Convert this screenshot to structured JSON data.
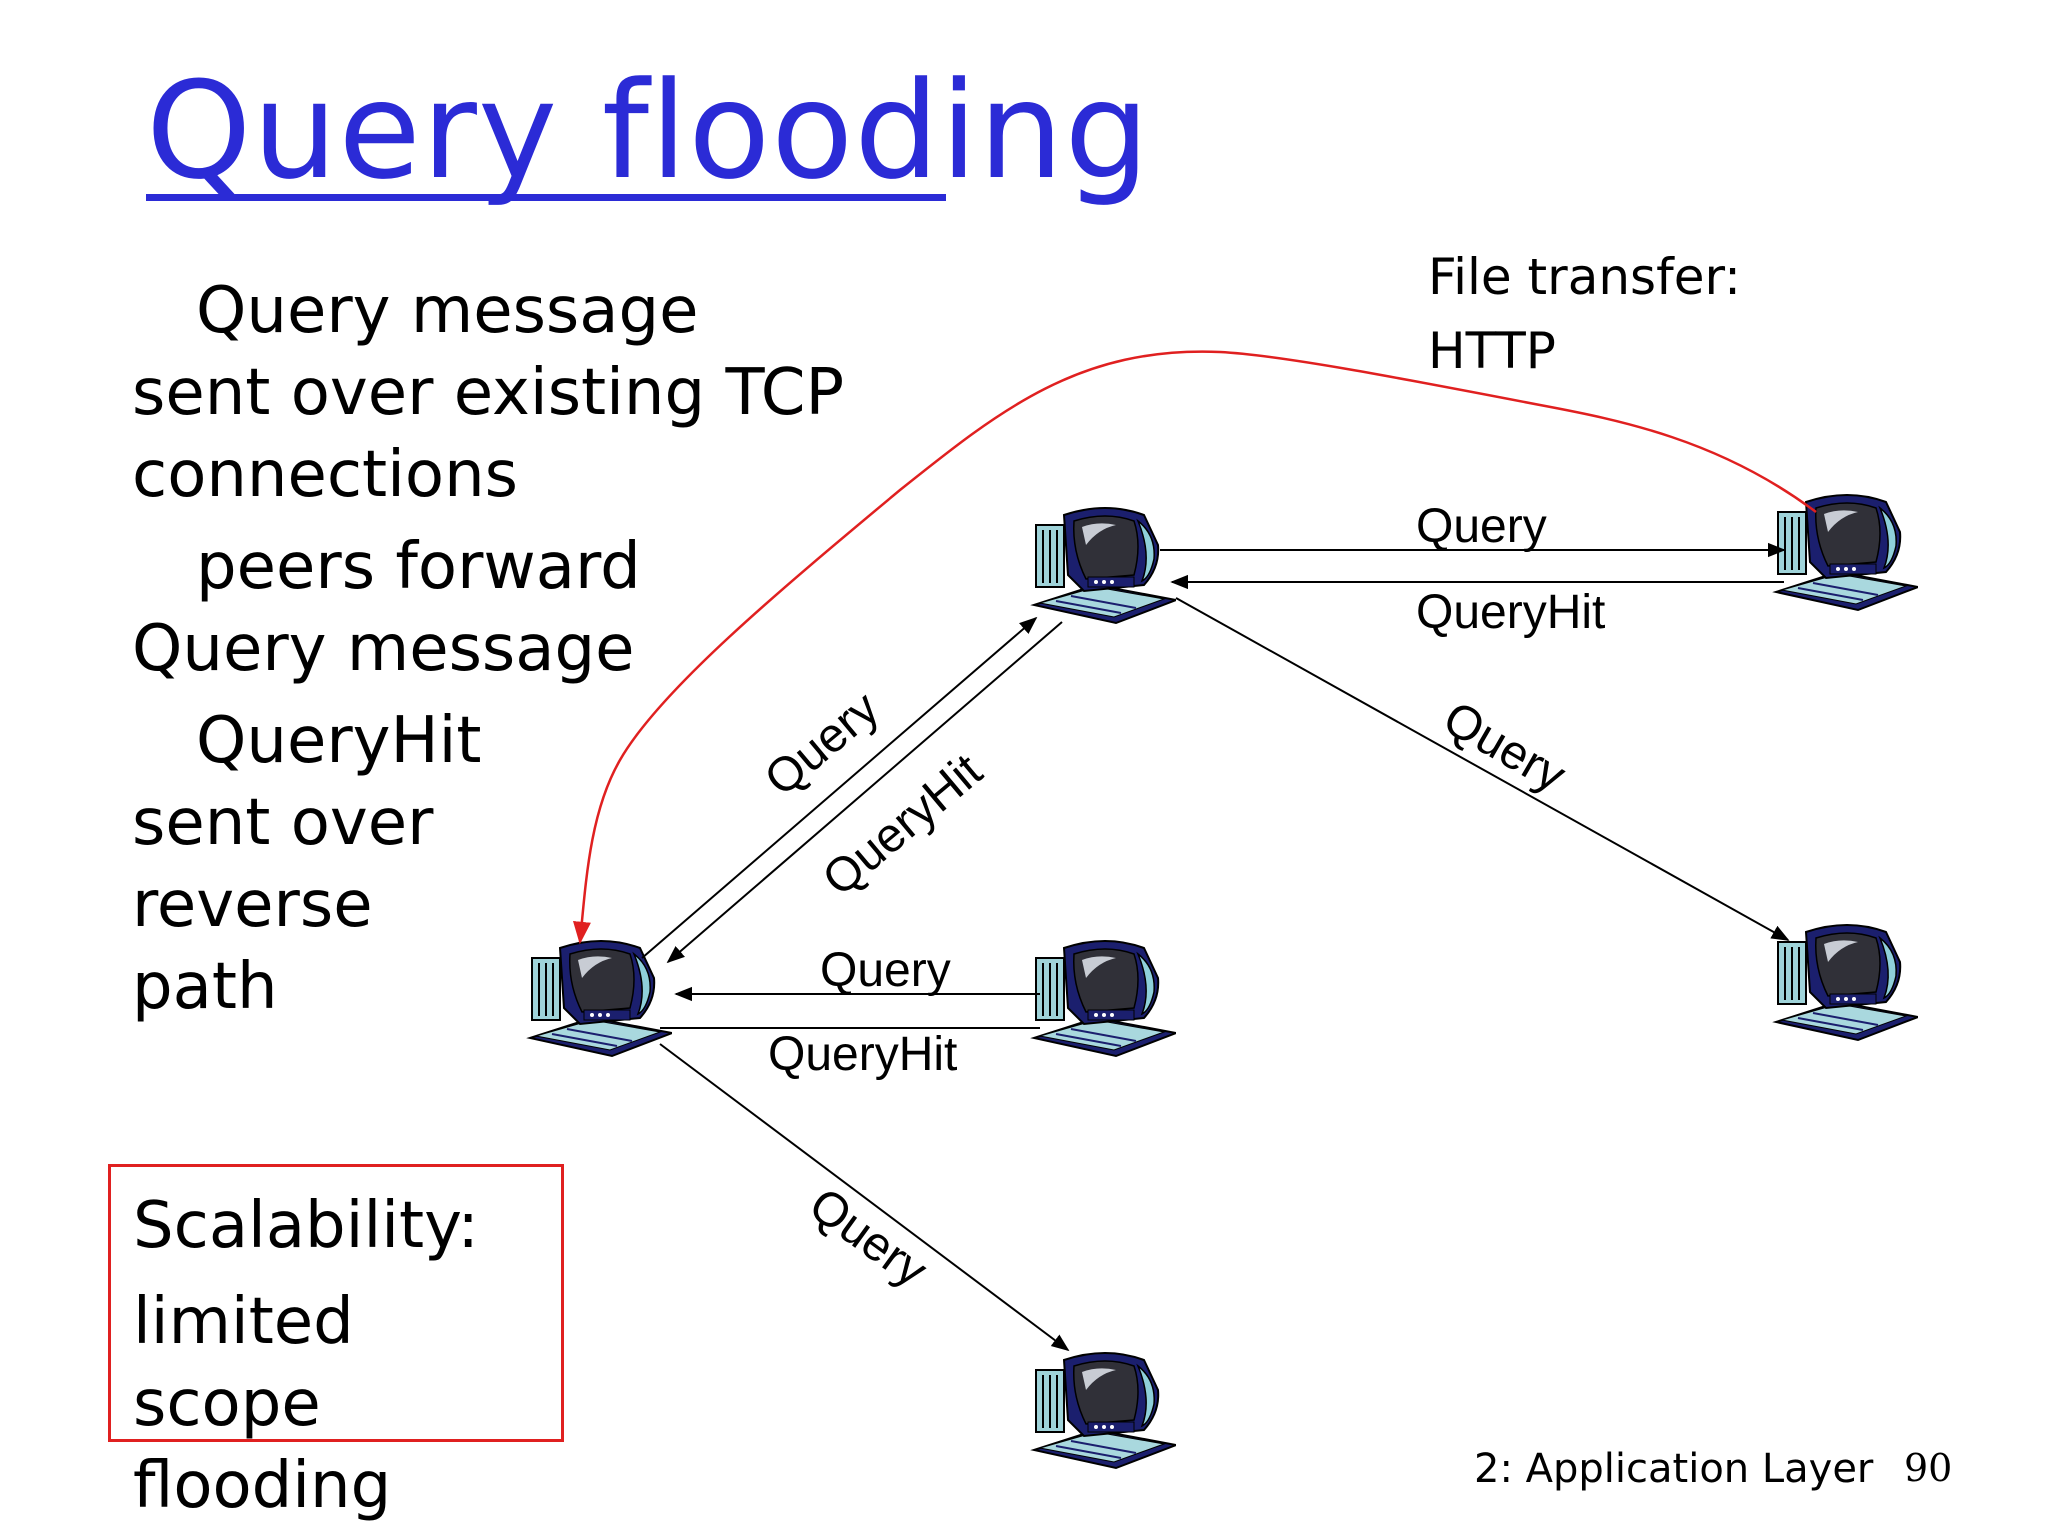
{
  "title": "Query flooding",
  "bullets": [
    {
      "first": "Query message",
      "rest": [
        "sent over existing TCP",
        "connections"
      ]
    },
    {
      "first": "peers forward",
      "rest": [
        "Query message"
      ]
    },
    {
      "first": "QueryHit",
      "rest": [
        "sent over",
        "reverse",
        "path"
      ]
    }
  ],
  "scalability": {
    "heading": "Scalability:",
    "line1": "limited scope",
    "line2": "flooding"
  },
  "file_transfer": {
    "line1": "File transfer:",
    "line2": "HTTP"
  },
  "labels": {
    "query_top": "Query",
    "queryhit_top": "QueryHit",
    "query_diag_left": "Query",
    "queryhit_diag_left": "QueryHit",
    "query_diag_right": "Query",
    "query_mid": "Query",
    "queryhit_mid": "QueryHit",
    "query_bottom": "Query"
  },
  "footer": {
    "chapter": "2: Application Layer",
    "page": "90"
  },
  "colors": {
    "title": "#2b2bd6",
    "http_arrow": "#e02020",
    "box_border": "#e02020"
  }
}
